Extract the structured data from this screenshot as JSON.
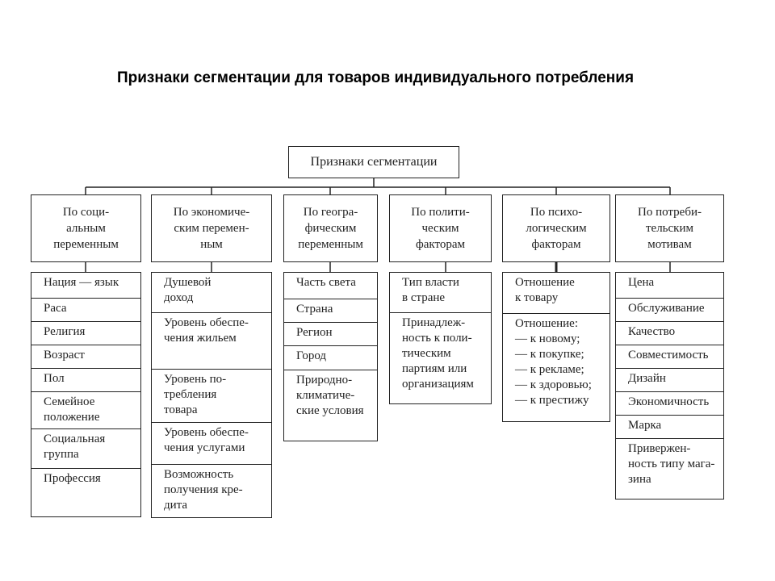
{
  "title": "Признаки сегментации для товаров индивидуального потребления",
  "root": "Признаки сегментации",
  "columns": [
    {
      "header": "По соци-\nальным\nпеременным",
      "items": [
        "Нация — язык",
        "Раса",
        "Религия",
        "Возраст",
        "Пол",
        "Семейное\nположение",
        "Социальная\nгруппа",
        "Профессия"
      ]
    },
    {
      "header": "По экономиче-\nским перемен-\nным",
      "items": [
        "Душевой\nдоход",
        "Уровень обеспе-\nчения жильем",
        "Уровень по-\nтребления\nтовара",
        "Уровень обеспе-\nчения услугами",
        "Возможность\nполучения кре-\nдита"
      ]
    },
    {
      "header": "По геогра-\nфическим\nпеременным",
      "items": [
        "Часть света",
        "Страна",
        "Регион",
        "Город",
        "Природно-\nклиматиче-\nские условия"
      ]
    },
    {
      "header": "По полити-\nческим\nфакторам",
      "items": [
        "Тип власти\nв стране",
        "Принадлеж-\nность к поли-\nтическим\nпартиям или\nорганизациям"
      ]
    },
    {
      "header": "По психо-\nлогическим\nфакторам",
      "items": [
        "Отношение\nк товару",
        "Отношение:\n— к новому;\n— к покупке;\n— к рекламе;\n— к здоровью;\n— к престижу"
      ]
    },
    {
      "header": "По потреби-\nтельским\nмотивам",
      "items": [
        "Цена",
        "Обслуживание",
        "Качество",
        "Совместимость",
        "Дизайн",
        "Экономичность",
        "Марка",
        "Привержен-\nность типу мага-\nзина"
      ]
    }
  ]
}
